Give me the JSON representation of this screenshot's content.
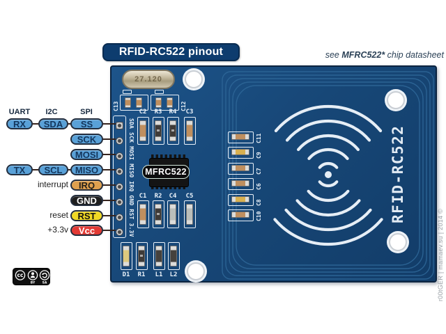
{
  "title": "RFID-RC522 pinout",
  "datasheet_note": {
    "prefix": "see ",
    "chip": "MFRC522*",
    "suffix": " chip datasheet"
  },
  "pinout": {
    "headers": [
      "UART",
      "I2C",
      "SPI"
    ],
    "rows": [
      {
        "style": "blue",
        "note": "",
        "pills": [
          {
            "group": "uart",
            "label": "RX"
          },
          {
            "group": "i2c",
            "label": "SDA"
          },
          {
            "group": "spi",
            "label": "SS"
          }
        ]
      },
      {
        "style": "blue",
        "note": "",
        "pills": [
          {
            "group": "spi",
            "label": "SCK"
          }
        ]
      },
      {
        "style": "blue",
        "note": "",
        "pills": [
          {
            "group": "spi",
            "label": "MOSI"
          }
        ]
      },
      {
        "style": "blue",
        "note": "",
        "pills": [
          {
            "group": "uart",
            "label": "TX"
          },
          {
            "group": "i2c",
            "label": "SCL"
          },
          {
            "group": "spi",
            "label": "MISO"
          }
        ]
      },
      {
        "style": "orange",
        "note": "interrupt",
        "pills": [
          {
            "group": "spi",
            "label": "IRQ"
          }
        ]
      },
      {
        "style": "black",
        "note": "",
        "pills": [
          {
            "group": "spi",
            "label": "GND"
          }
        ]
      },
      {
        "style": "yellow",
        "note": "reset",
        "pills": [
          {
            "group": "spi",
            "label": "RST"
          }
        ]
      },
      {
        "style": "red",
        "note": "+3.3v",
        "pills": [
          {
            "group": "spi",
            "label": "Vcc"
          }
        ]
      }
    ]
  },
  "pill_styles": {
    "blue": {
      "bg": "#59a1d8",
      "fg": "#14365c"
    },
    "orange": {
      "bg": "#dfa04e",
      "fg": "#23201a"
    },
    "black": {
      "bg": "#1e1e1e",
      "fg": "#ffffff"
    },
    "yellow": {
      "bg": "#f1d924",
      "fg": "#111111"
    },
    "red": {
      "bg": "#e23a34",
      "fg": "#ffffff"
    }
  },
  "board": {
    "crystal_marking": "27.120",
    "pin_silkscreen": "SDA SCK MOSI MISO IRQ GND RST 3.3V",
    "chip_label": "MFRC522",
    "board_name_vertical": "RFID-RC522",
    "smd_groups": {
      "osc_row": {
        "left": "C13",
        "right": "C12"
      },
      "upper_row": {
        "labels": [
          "C2",
          "R3",
          "R4",
          "C3"
        ],
        "variants": [
          "tan",
          "coded",
          "coded",
          "tan"
        ]
      },
      "lower_row": {
        "labels": [
          "C1",
          "R2",
          "C4",
          "C5"
        ],
        "variants": [
          "tan",
          "coded",
          "silver",
          "silver"
        ]
      },
      "bottom_row": {
        "labels": [
          "D1",
          "R1",
          "L1",
          "L2"
        ],
        "variants": [
          "led",
          "coded",
          "coil",
          "coil"
        ]
      },
      "mid_column": {
        "labels_top_to_bottom": [
          "C11",
          "C9",
          "C7",
          "C6",
          "C8",
          "C10"
        ],
        "variants_top_to_bottom": [
          "tan",
          "gold",
          "tan",
          "tan",
          "gold",
          "tan"
        ]
      }
    }
  },
  "watermark": "r00tGER | mamaev.su | 2014 ©",
  "license_badge": {
    "cc": "cc",
    "by": "BY",
    "sa": "SA"
  },
  "colors": {
    "board_blue": "#174777",
    "board_edge": "#0c2440",
    "silkscreen_white": "#e9f1f9",
    "antenna_trace": "#2e6697",
    "title_bg": "#0d3c6e",
    "watermark_gray": "#9aa0a6"
  }
}
